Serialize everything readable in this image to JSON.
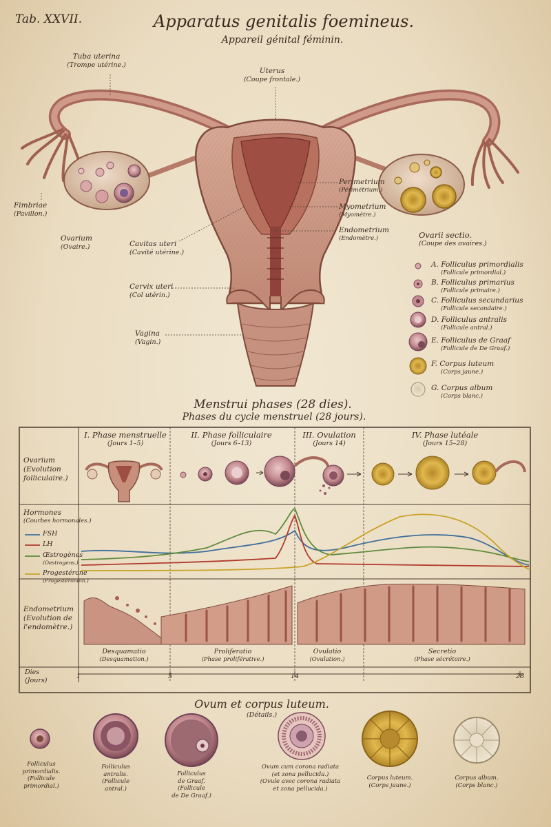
{
  "plate_number": "Tab. XXVII.",
  "title": "Apparatus genitalis foemineus.",
  "subtitle": "Appareil génital féminin.",
  "labels": {
    "tuba": [
      "Tuba uterina",
      "(Trompe utérine.)"
    ],
    "uterus": [
      "Uterus",
      "(Coupe frontale.)"
    ],
    "fimbriae": [
      "Fimbriae",
      "(Pavillon.)"
    ],
    "ovarium": [
      "Ovarium",
      "(Ovaire.)"
    ],
    "cavitas": [
      "Cavitas uteri",
      "(Cavité utérine.)"
    ],
    "cervix": [
      "Cervix uteri",
      "(Col utérin.)"
    ],
    "vagina": [
      "Vagina",
      "(Vagin.)"
    ],
    "perimetrium": [
      "Perimetrium",
      "(Périmétrium.)"
    ],
    "myometrium": [
      "Myometrium",
      "(Myomètre.)"
    ],
    "endometrium": [
      "Endometrium",
      "(Endomètre.)"
    ],
    "ovarii_sectio": [
      "Ovarii sectio.",
      "(Coupe des ovaires.)"
    ]
  },
  "legend": [
    {
      "letter": "A.",
      "name": "Folliculus primordialis",
      "fr": "(Follicule primordial.)"
    },
    {
      "letter": "B.",
      "name": "Folliculus primarius",
      "fr": "(Follicule primaire.)"
    },
    {
      "letter": "C.",
      "name": "Folliculus secundarius",
      "fr": "(Follicule secondaire.)"
    },
    {
      "letter": "D.",
      "name": "Folliculus antralis",
      "fr": "(Follicule antral.)"
    },
    {
      "letter": "E.",
      "name": "Folliculus de Graaf",
      "fr": "(Follicule de De Graaf.)"
    },
    {
      "letter": "F.",
      "name": "Corpus luteum",
      "fr": "(Corps jaune.)"
    },
    {
      "letter": "G.",
      "name": "Corpus album",
      "fr": "(Corps blanc.)"
    }
  ],
  "cycle": {
    "title": "Menstrui phases (28 dies).",
    "subtitle": "Phases du cycle menstruel (28 jours).",
    "phases": [
      {
        "name": "I. Phase menstruelle",
        "days": "(Jours 1–5)"
      },
      {
        "name": "II. Phase folliculaire",
        "days": "(Jours 6–13)"
      },
      {
        "name": "III. Ovulation",
        "days": "(Jours 14)"
      },
      {
        "name": "IV. Phase lutéale",
        "days": "(Jours 15–28)"
      }
    ],
    "row_ovarium": [
      "Ovarium",
      "(Evolution",
      "folliculaire.)"
    ],
    "row_hormones": [
      "Hormones",
      "(Courbes hormonales.)"
    ],
    "row_endometrium": [
      "Endometrium",
      "(Evolution de",
      "l'endomètre.)"
    ],
    "hormones": [
      {
        "name": "FSH",
        "color": "#3e6f9a"
      },
      {
        "name": "LH",
        "color": "#b23a2c"
      },
      {
        "name": "Œstrogènes",
        "sub": "(Oestrogens.)",
        "color": "#5e8a3c"
      },
      {
        "name": "Progestérone",
        "sub": "(Progestéronum.)",
        "color": "#c9a227"
      }
    ],
    "stages": [
      {
        "name": "Desquamatio",
        "fr": "(Desquamation.)"
      },
      {
        "name": "Proliferatio",
        "fr": "(Phase proliférative.)"
      },
      {
        "name": "Ovulatio",
        "fr": "(Ovulation.)"
      },
      {
        "name": "Secretio",
        "fr": "(Phase sécrétoire.)"
      }
    ],
    "axis_label": [
      "Dies",
      "(Jours)"
    ],
    "ticks": [
      "1",
      "5",
      "14",
      "28"
    ]
  },
  "details": {
    "title": "Ovum et corpus luteum.",
    "subtitle": "(Détails.)",
    "items": [
      [
        "Folliculus",
        "primordialis.",
        "(Follicule",
        "primordial.)"
      ],
      [
        "Folliculus",
        "antralis.",
        "(Follicule",
        "antral.)"
      ],
      [
        "Folliculus",
        "de Graaf.",
        "(Follicule",
        "de De Graaf.)"
      ],
      [
        "Ovum cum corona radiata",
        "(et zona pellucida.)",
        "(Ovule avec corona radiata",
        "et zona pellucida.)"
      ],
      [
        "Corpus luteum.",
        "(Corps jaune.)"
      ],
      [
        "Corpus album.",
        "(Corps blanc.)"
      ]
    ]
  }
}
